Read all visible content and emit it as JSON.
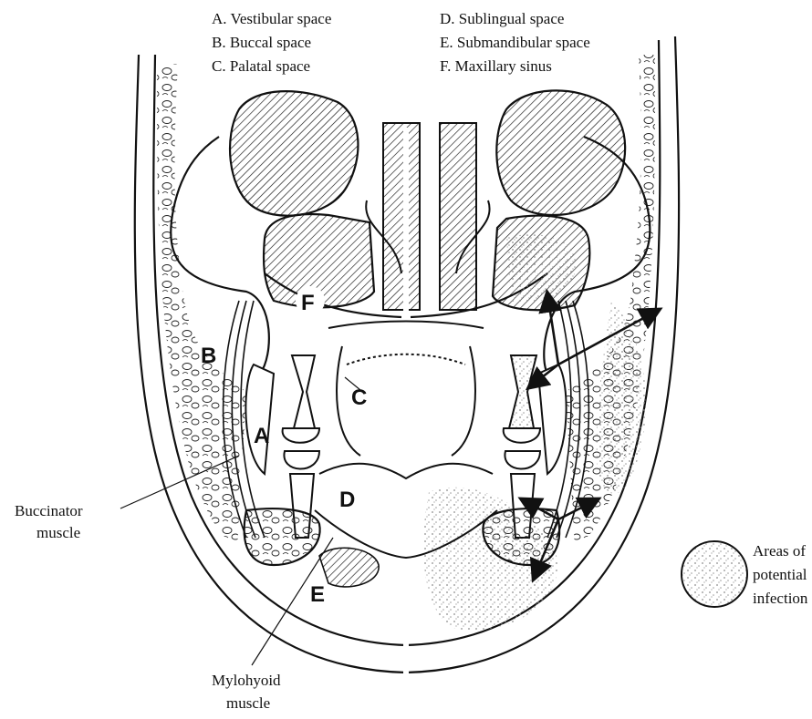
{
  "legend": {
    "left": [
      "A. Vestibular space",
      "B. Buccal space",
      "C. Palatal space"
    ],
    "right": [
      "D. Sublingual space",
      "E. Submandibular space",
      "F. Maxillary sinus"
    ]
  },
  "letters": {
    "a": "A",
    "b": "B",
    "c": "C",
    "d": "D",
    "e": "E",
    "f": "F"
  },
  "callouts": {
    "buccinator": [
      "Buccinator",
      "muscle"
    ],
    "mylohyoid": [
      "Mylohyoid",
      "muscle"
    ],
    "infection": [
      "Areas of",
      "potential",
      "infection"
    ]
  },
  "colors": {
    "line": "#111111",
    "stipple": "#9a9a9a",
    "background": "#ffffff"
  }
}
